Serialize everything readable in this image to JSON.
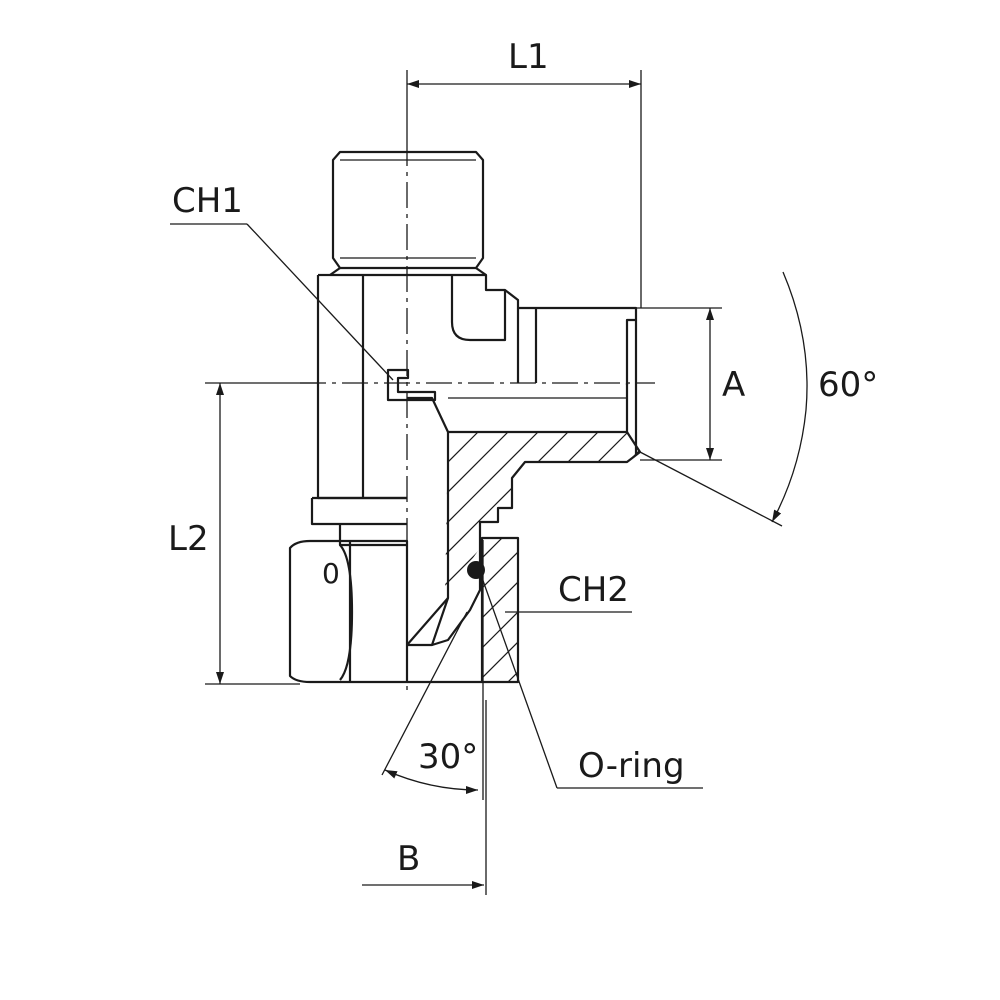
{
  "drawing": {
    "labels": {
      "l1": "L1",
      "l2": "L2",
      "ch1": "CH1",
      "ch2": "CH2",
      "a": "A",
      "b": "B",
      "angle_60": "60°",
      "angle_30": "30°",
      "o_ring": "O-ring",
      "nut_mark": "0"
    },
    "colors": {
      "line": "#1a1a1a",
      "background": "#ffffff"
    }
  }
}
